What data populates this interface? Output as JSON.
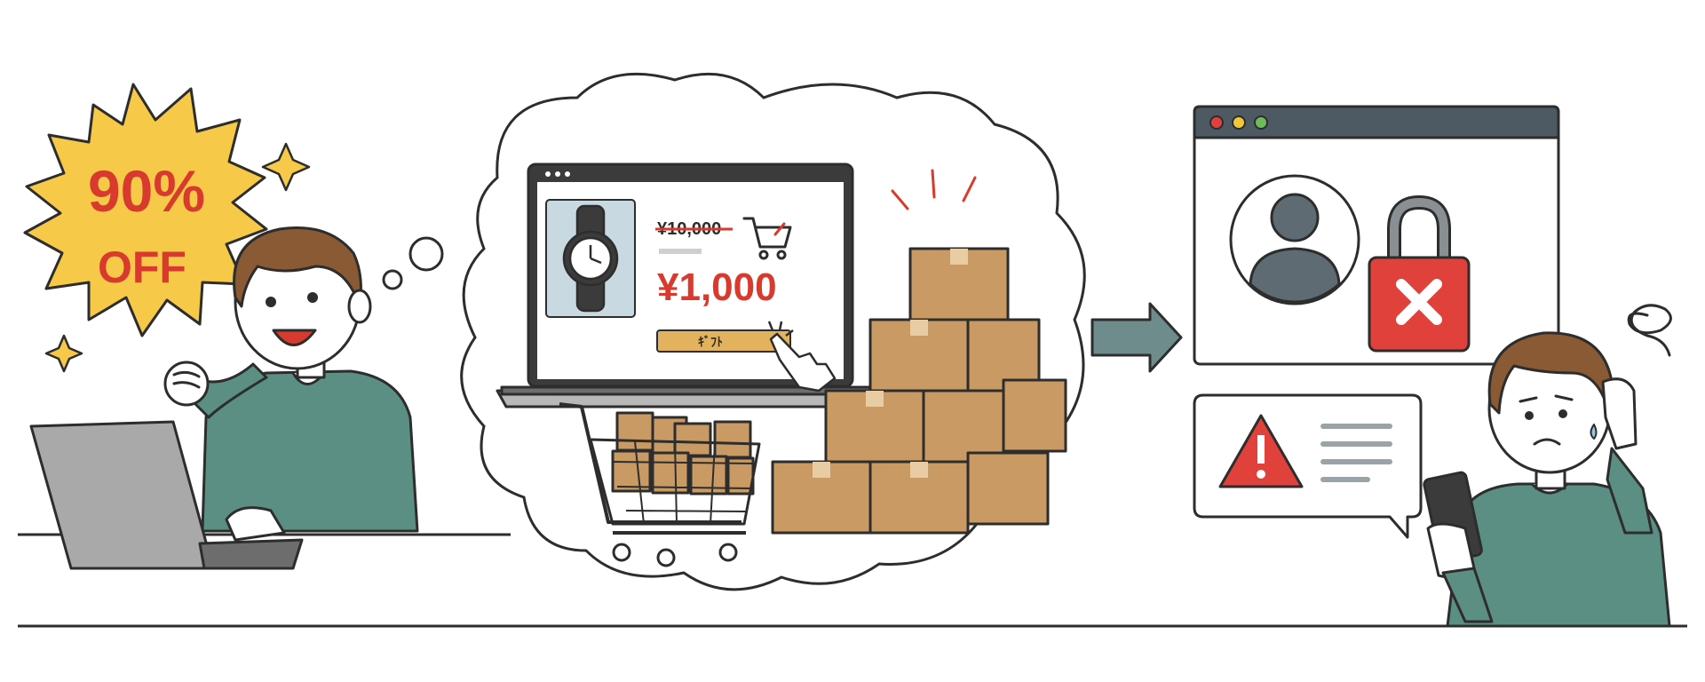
{
  "badge": {
    "percent": "90%",
    "off": "OFF",
    "color": "#f7c948",
    "text_color": "#d83a2e"
  },
  "product": {
    "old_price": "¥10,000",
    "new_price": "¥1,000",
    "button_label": "ｷﾞﾌﾄ",
    "icon": "wristwatch-icon",
    "cart_icon": "shopping-cart-icon"
  },
  "phishing_window": {
    "icons": [
      "user-avatar-icon",
      "lock-icon",
      "x-mark-icon"
    ],
    "lock_color": "#e0413a"
  },
  "alert": {
    "icon": "warning-triangle-icon",
    "color": "#e0413a"
  },
  "colors": {
    "shirt": "#5b8f83",
    "hair": "#8a5a34",
    "box": "#c99a63",
    "outline": "#2d2d2d",
    "arrow": "#6e8c8c",
    "window_bar": "#4d5a63"
  }
}
